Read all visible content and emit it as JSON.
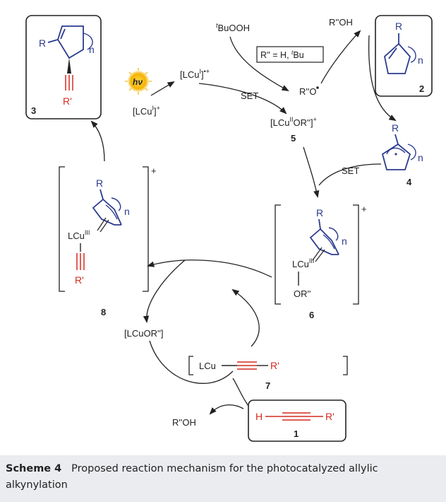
{
  "caption": {
    "label": "Scheme 4",
    "text": "Proposed reaction mechanism for the photocatalyzed allylic alkynylation"
  },
  "labels": {
    "tbuooh_sup": "t",
    "tbuooh_main": "BuOOH",
    "r_def_main": "R'' = H, ",
    "r_def_sup": "t",
    "r_def_end": "Bu",
    "roh_top": "R''OH",
    "ro_radical": "R''O",
    "set_top": "SET",
    "set_right": "SET",
    "lcu_cation_radical": "[LCu",
    "lcu_cation_radical_sup": "I",
    "lcu_cation_radical_end": "]",
    "lcu_cation_radical_charge": "•+",
    "lcu_plus": "[LCu",
    "lcu_plus_sup": "I",
    "lcu_plus_end": "]",
    "lcu_plus_charge": "+",
    "hv": "hν",
    "cu2_main": "[LCu",
    "cu2_sup": "II",
    "cu2_end": "OR'']",
    "cu2_charge": "+",
    "lcuor": "[LCuOR'']",
    "lcu_alkynyl": "LCu",
    "roh_bottom": "R''OH",
    "int6_lcu": "LCu",
    "int6_sup": "III",
    "int6_or": "OR''",
    "int8_lcu": "LCu",
    "int8_sup": "III",
    "h": "H",
    "r_prime": "R'",
    "r": "R",
    "n": "n",
    "plus": "+"
  },
  "compounds": {
    "c1": "1",
    "c2": "2",
    "c3": "3",
    "c4": "4",
    "c5": "5",
    "c6": "6",
    "c7": "7",
    "c8": "8"
  },
  "colors": {
    "blue": "#2b3b8f",
    "red": "#d42a20",
    "black": "#222222",
    "caption_bg": "#eaecef",
    "hv_glow": "#f4b400"
  }
}
